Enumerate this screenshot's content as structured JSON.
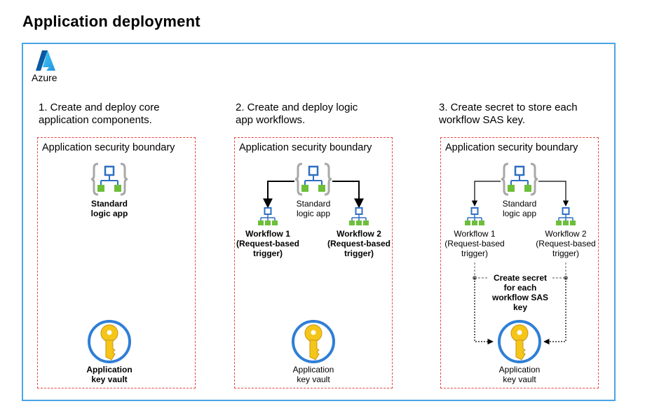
{
  "title": "Application deployment",
  "cloud": {
    "label": "Azure",
    "icon": "azure-logo-icon"
  },
  "columns": [
    {
      "step_line1": "1. Create and deploy core",
      "step_line2": "application components.",
      "boundary_label": "Application security boundary",
      "logic_app_line1": "Standard",
      "logic_app_line2": "logic app",
      "key_vault_line1": "Application",
      "key_vault_line2": "key vault"
    },
    {
      "step_line1": "2. Create and deploy logic",
      "step_line2": "app workflows.",
      "boundary_label": "Application security boundary",
      "logic_app_line1": "Standard",
      "logic_app_line2": "logic app",
      "workflow1": [
        "Workflow 1",
        "(Request-based",
        "trigger)"
      ],
      "workflow2": [
        "Workflow 2",
        "(Request-based",
        "trigger)"
      ],
      "key_vault_line1": "Application",
      "key_vault_line2": "key vault"
    },
    {
      "step_line1": "3. Create secret to store each",
      "step_line2": "workflow SAS key.",
      "boundary_label": "Application security boundary",
      "logic_app_line1": "Standard",
      "logic_app_line2": "logic app",
      "workflow1": [
        "Workflow 1",
        "(Request-based",
        "trigger)"
      ],
      "workflow2": [
        "Workflow 2",
        "(Request-based",
        "trigger)"
      ],
      "secret_note": [
        "Create secret",
        "for each",
        "workflow SAS",
        "key"
      ],
      "key_vault_line1": "Application",
      "key_vault_line2": "key vault"
    }
  ],
  "colors": {
    "frame": "#4aa5e4",
    "boundary": "#e8473c",
    "logic_blue": "#2f6fc4",
    "logic_green": "#6dbf3a",
    "key_gold": "#f5c518",
    "vault_ring": "#2f7fd6"
  }
}
